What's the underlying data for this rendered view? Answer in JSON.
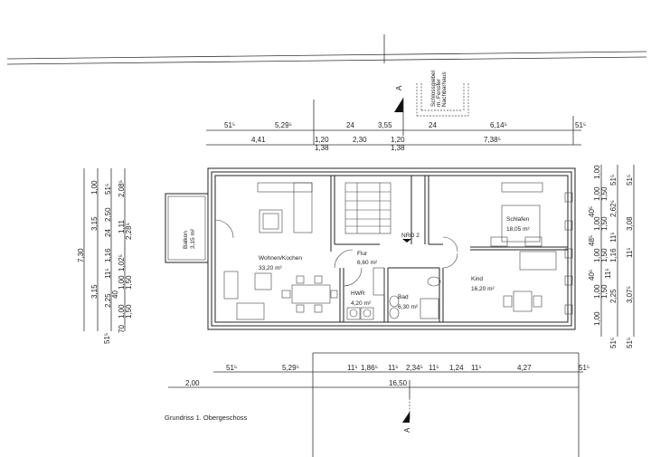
{
  "title": "Grundriss 1. Obergeschoss",
  "neighbor_note": [
    "Schlossgiebel",
    "m. Fenster",
    "Nachbarhaus"
  ],
  "section_marker": "A",
  "rooms": [
    {
      "name": "Wohnen/Kochen",
      "area": "33,20 m²"
    },
    {
      "name": "Flur",
      "area": "6,60 m²"
    },
    {
      "name": "HWR",
      "area": "4,20 m²"
    },
    {
      "name": "Bad",
      "area": "6,30 m²"
    },
    {
      "name": "Schlafen",
      "area": "18,05 m²"
    },
    {
      "name": "Kind",
      "area": "16,20 m²"
    },
    {
      "name": "Balkon",
      "area": "3,15 m²"
    }
  ],
  "dimensions": {
    "top_row1": [
      "51⁵",
      "5,29⁵",
      "24",
      "3,55",
      "24",
      "6,14⁵",
      "51⁵"
    ],
    "top_row2": [
      "4,41",
      "1,20",
      "1,38",
      "2,30",
      "1,20",
      "1,38",
      "7,38⁵"
    ],
    "bottom_row1": [
      "51⁵",
      "5,29⁵",
      "11⁵",
      "1,86⁵",
      "11⁵",
      "2,34⁵",
      "11⁵",
      "1,24",
      "11⁵",
      "4,27",
      "51⁵"
    ],
    "bottom_row2": [
      "2,00",
      "16,50"
    ],
    "left_col1": [
      "7,30"
    ],
    "left_col2": [
      "1,00",
      "3,15",
      "3,15"
    ],
    "left_col3": [
      "51⁵",
      "2,50",
      "24",
      "1,16",
      "11⁵",
      "2,25",
      "51⁵"
    ],
    "left_col4": [
      "2,08⁵",
      "1,11",
      "2,28⁵",
      "1,02⁵",
      "1,00",
      "1,50",
      "40",
      "1,00",
      "1,50",
      "70"
    ],
    "right_col1": [
      "1,00",
      "1,00",
      "1,50",
      "40⁵",
      "1,00",
      "1,50",
      "48⁵",
      "1,00",
      "1,50",
      "40⁵",
      "1,00",
      "1,50",
      "1,00"
    ],
    "right_col2": [
      "51⁵",
      "2,62⁵",
      "11⁵",
      "1,16",
      "11⁵",
      "2,25",
      "51⁵"
    ],
    "right_col3": [
      "51⁵",
      "3,08",
      "11⁵",
      "3,07⁵",
      "51⁵"
    ]
  },
  "stair_label": "NRO 2"
}
